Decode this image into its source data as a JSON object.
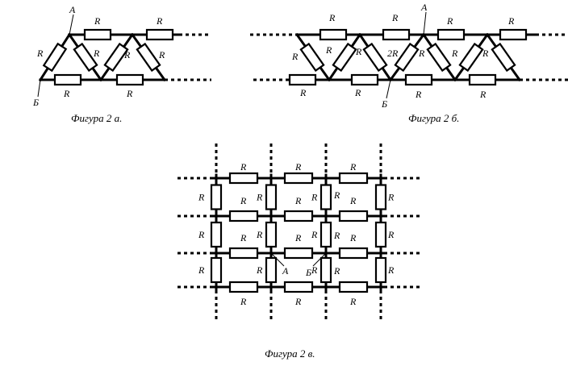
{
  "labels": {
    "resistor": "R",
    "resistor_double": "2R",
    "node_a": "А",
    "node_b": "Б"
  },
  "captions": {
    "fig_a": "Фигура 2 а.",
    "fig_b": "Фигура 2 б.",
    "fig_c": "Фигура 2 в."
  }
}
